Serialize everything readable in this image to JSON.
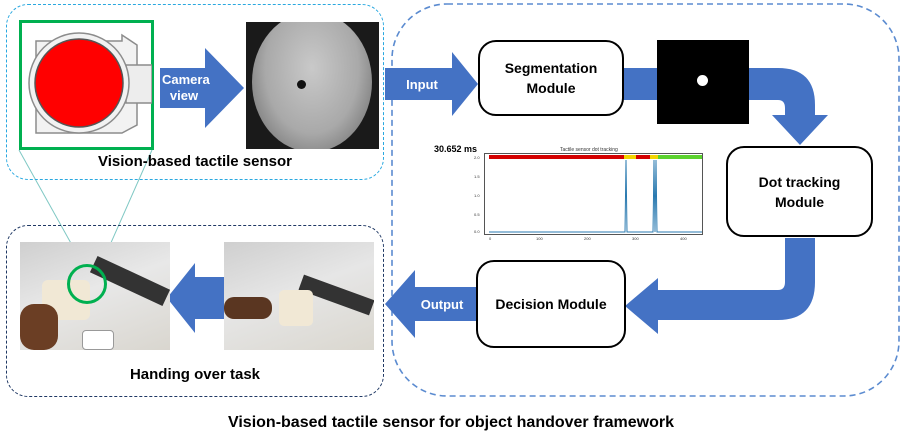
{
  "sensor_panel": {
    "caption": "Vision-based tactile sensor",
    "camera_label_line1": "Camera",
    "camera_label_line2": "view"
  },
  "handover_panel": {
    "caption": "Handing over task"
  },
  "framework": {
    "input_label": "Input",
    "output_label": "Output",
    "segmentation_line1": "Segmentation",
    "segmentation_line2": "Module",
    "dot_tracking_line1": "Dot tracking",
    "dot_tracking_line2": "Module",
    "decision_label": "Decision Module",
    "timing_readout": "30.652 ms",
    "plot_title": "Tactile sensor dot tracking",
    "plot_y_ticks": [
      "2.0",
      "1.5",
      "1.0",
      "0.5",
      "0.0"
    ],
    "plot_x_ticks": [
      "0",
      "100",
      "200",
      "300",
      "400"
    ]
  },
  "figure_caption": "Vision-based tactile sensor for object handover framework",
  "colors": {
    "arrow_blue": "#4472c4",
    "light_blue_dash": "#29a8e0",
    "dark_navy_dash": "#1f3864",
    "framework_dash": "#5b8bd0",
    "sensor_red": "#ff0000",
    "highlight_green": "#00b050"
  }
}
